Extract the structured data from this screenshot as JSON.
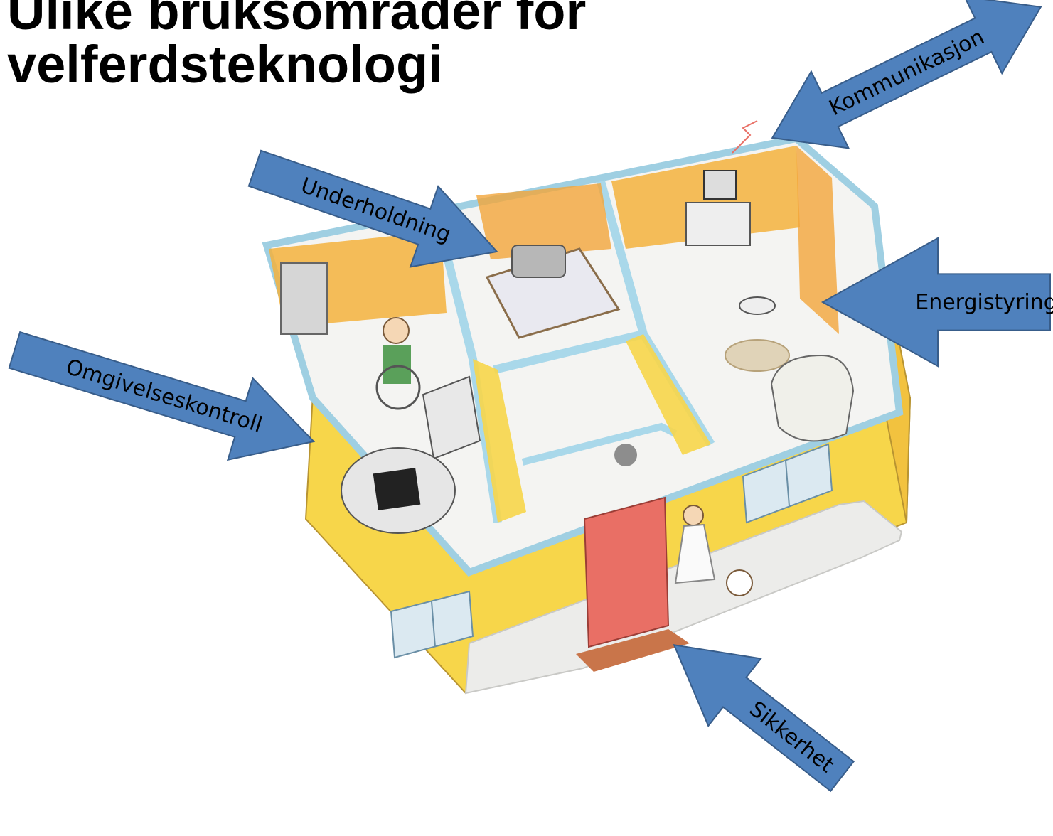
{
  "title": {
    "line1": "Ulike bruksområder for",
    "line2": "velferdsteknologi"
  },
  "colors": {
    "arrow_fill": "#4f81bd",
    "arrow_stroke": "#385d8a",
    "wall_yellow": "#f7d64a",
    "wall_orange": "#f2a53a",
    "wall_blue": "#a9d8ea",
    "floor": "#f4f4f2"
  },
  "arrows": [
    {
      "id": "underholdning",
      "label": "Underholdning",
      "kind": "single"
    },
    {
      "id": "kommunikasjon",
      "label": "Kommunikasjon",
      "kind": "double"
    },
    {
      "id": "omgivelseskontroll",
      "label": "Omgivelseskontroll",
      "kind": "single"
    },
    {
      "id": "energistyring",
      "label": "Energistyring",
      "kind": "single"
    },
    {
      "id": "sikkerhet",
      "label": "Sikkerhet",
      "kind": "single"
    }
  ]
}
